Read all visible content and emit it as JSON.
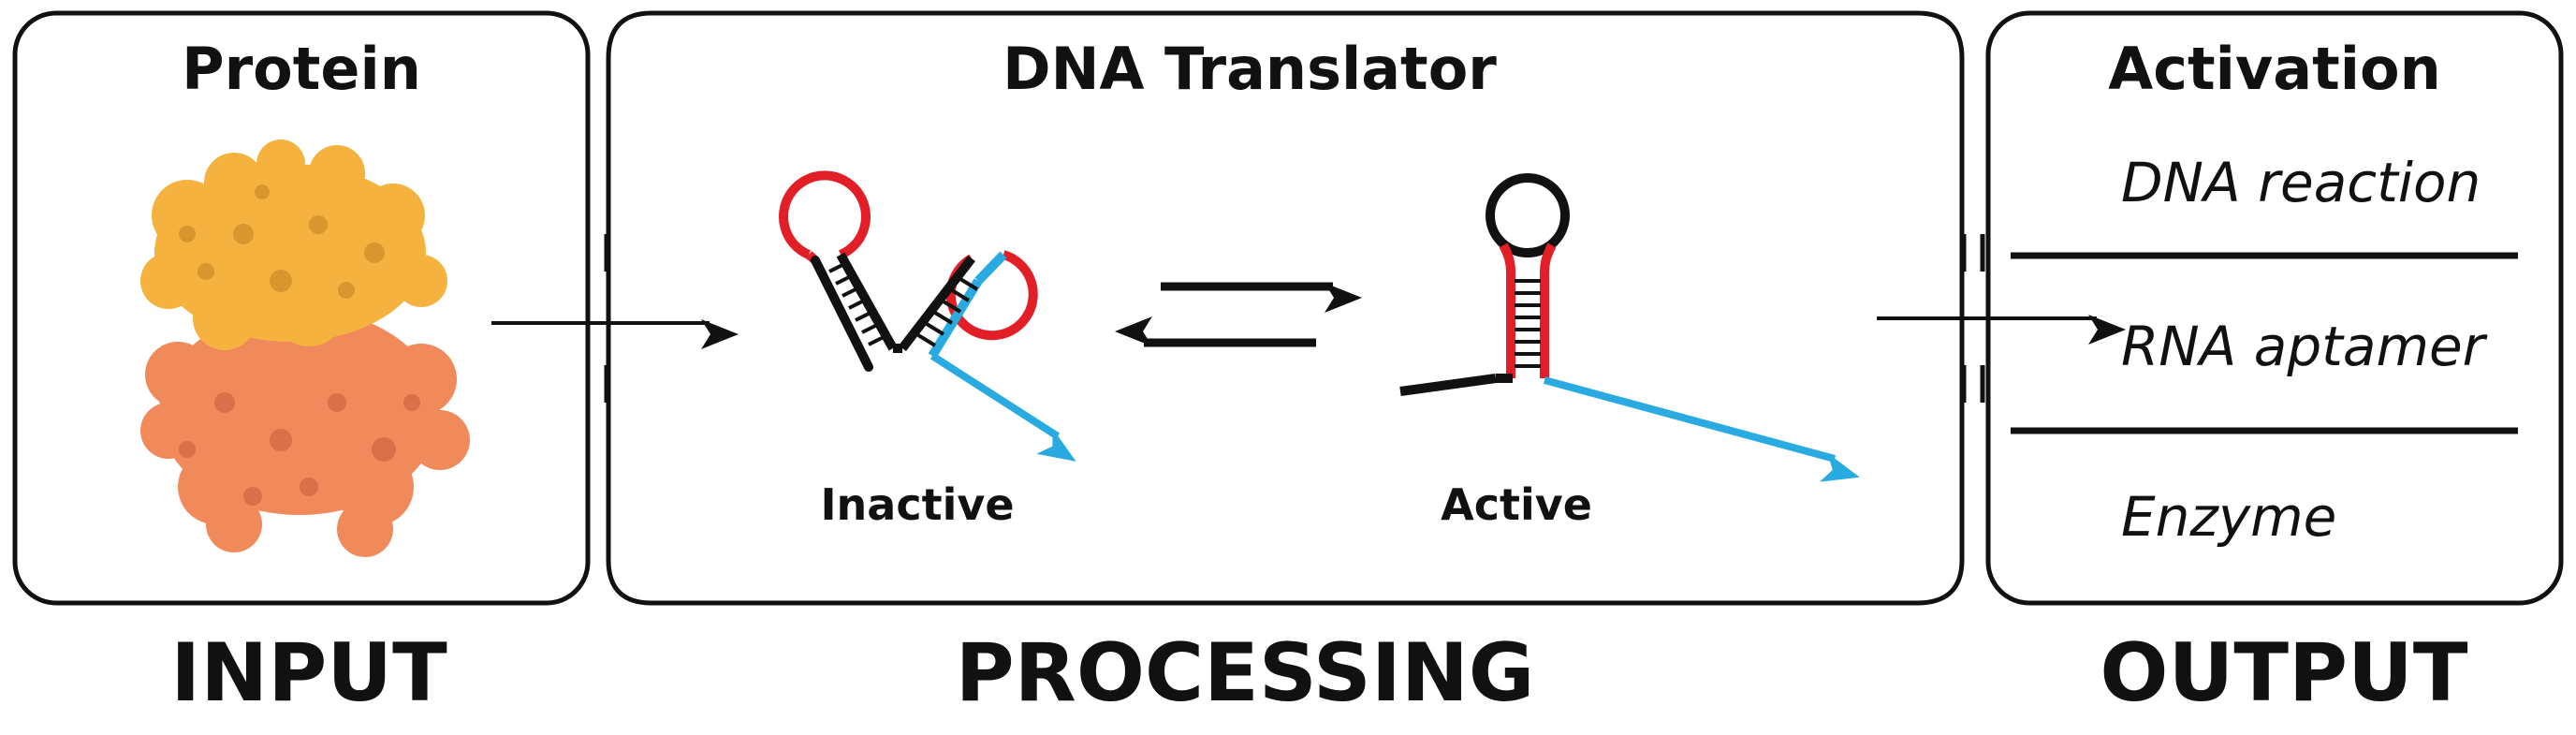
{
  "input_panel": {
    "title": "Protein",
    "section_label": "INPUT",
    "icon": "protein-structure-icon"
  },
  "processing_panel": {
    "title": "DNA Translator",
    "section_label": "PROCESSING",
    "states": [
      {
        "label": "Inactive",
        "icon": "inactive-hairpin-icon"
      },
      {
        "label": "Active",
        "icon": "active-hairpin-icon"
      }
    ],
    "equilibrium_icon": "equilibrium-arrows-icon"
  },
  "output_panel": {
    "title": "Activation",
    "section_label": "OUTPUT",
    "items": [
      "DNA reaction",
      "RNA aptamer",
      "Enzyme"
    ]
  },
  "colors": {
    "line": "#111111",
    "loop_red": "#e21f26",
    "strand_blue": "#29abe2",
    "protein_yellow": "#f5b23f",
    "protein_orange": "#f08a5a"
  }
}
